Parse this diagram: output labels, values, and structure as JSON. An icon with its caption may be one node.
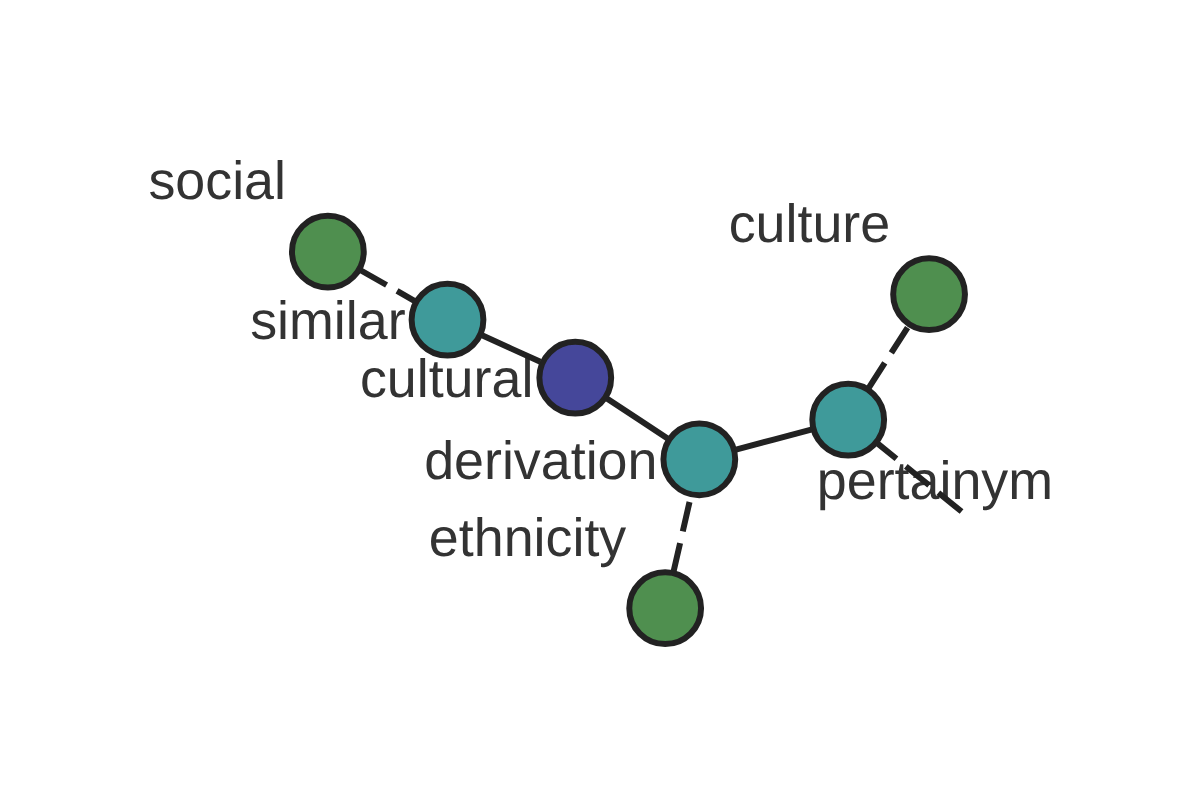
{
  "diagram": {
    "nodes": [
      {
        "text": [
          "pertainym"
        ]
      },
      {
        "text": [
          "culture"
        ]
      },
      {
        "text": [
          "ethnicity"
        ]
      },
      {
        "text": [
          "derivation"
        ]
      },
      {
        "text": [
          "cultural"
        ]
      },
      {
        "text": [
          "social"
        ]
      },
      {
        "text": [
          "similar"
        ]
      }
    ],
    "edges": [
      {
        "from": null,
        "to": 0,
        "arrow": "none",
        "style": "dashed"
      },
      {
        "from": 0,
        "to": 1,
        "arrow": "none",
        "style": "dashed"
      },
      {
        "from": 0,
        "to": 3,
        "arrow": "none"
      },
      {
        "from": 2,
        "to": 3,
        "arrow": "none",
        "style": "dashed"
      },
      {
        "from": 3,
        "to": 4,
        "arrow": "none"
      },
      {
        "from": 4,
        "to": 6,
        "arrow": "none"
      },
      {
        "from": 5,
        "to": 6,
        "arrow": "none",
        "style": "dashed"
      }
    ]
  }
}
